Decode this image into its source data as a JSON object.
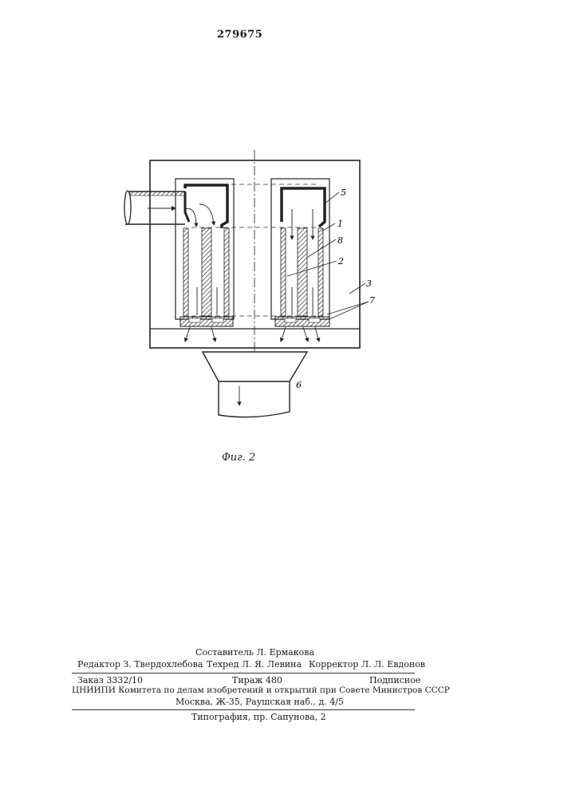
{
  "patent_number": "279675",
  "figure": {
    "caption": "Фиг. 2",
    "labels": {
      "l1": "1",
      "l2": "2",
      "l3": "3",
      "l5": "5",
      "l6": "6",
      "l7": "7",
      "l8": "8"
    }
  },
  "footer": {
    "compiler": "Составитель Л. Ермакова",
    "editor": "Редактор З. Твердохлебова",
    "techred": "Техред Л. Я. Левина",
    "corrector": "Корректор Л. Л. Евдонов",
    "order": "Заказ 3332/10",
    "circulation": "Тираж 480",
    "subscription": "Подписное",
    "institute": "ЦНИИПИ Комитета по делам изобретений и открытий при Совете Министров СССР",
    "address": "Москва, Ж-35, Раушская наб., д. 4/5",
    "printer": "Типография, пр. Сапунова, 2"
  }
}
